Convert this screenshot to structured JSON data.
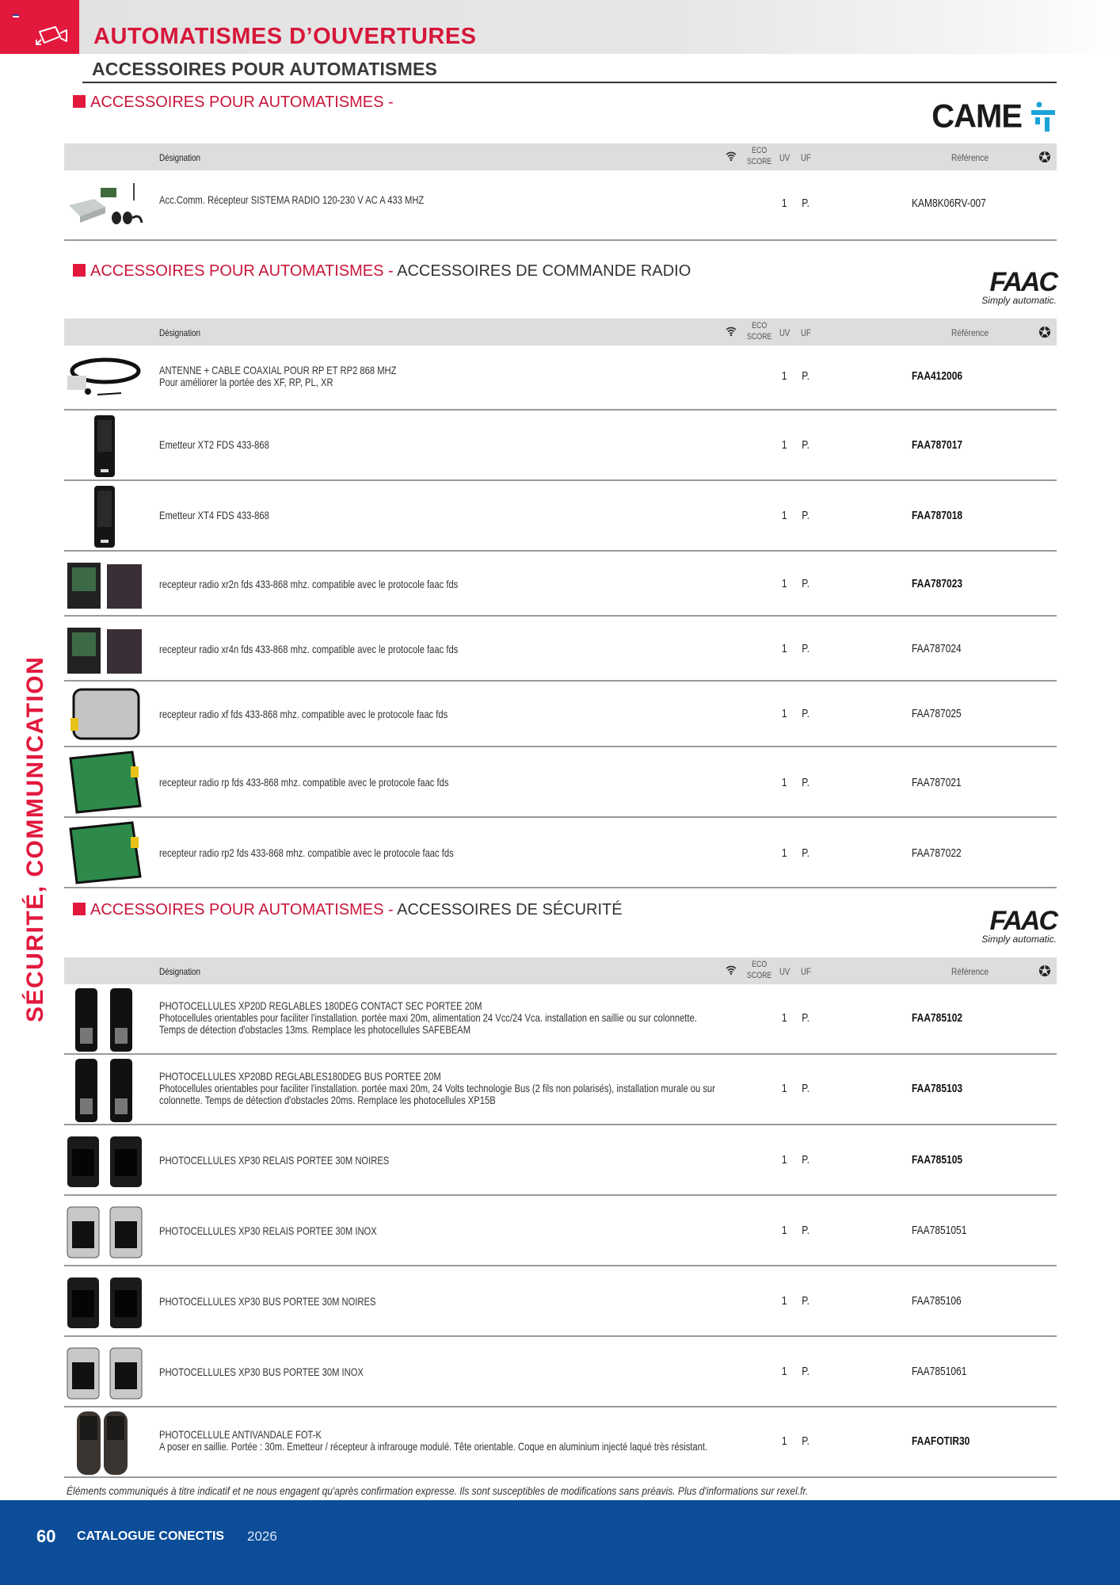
{
  "header": {
    "main_title": "AUTOMATISMES D’OUVERTURES",
    "sub_title": "ACCESSOIRES POUR AUTOMATISMES",
    "side_label": "SÉCURITÉ, COMMUNICATION",
    "category_icon": "camera-icon",
    "flag_icon": "french-flag-icon"
  },
  "table_headers": {
    "designation": "Désignation",
    "connect_icon": "wifi-icon",
    "eco_score_line1": "ECO",
    "eco_score_line2": "SCORE",
    "uv": "UV",
    "uf": "UF",
    "reference": "Référence",
    "recycle_icon": "recycle-icon"
  },
  "sections": [
    {
      "title": "ACCESSOIRES POUR AUTOMATISMES -",
      "subtitle": "",
      "brand": "CAME",
      "rows": [
        {
          "line1": "Acc.Comm. Récepteur SISTEMA RADIO 120-230 V AC A 433 MHZ",
          "line2": "",
          "uv": "1",
          "uf": "P.",
          "ref": "KAM8K06RV-007",
          "bold": false
        }
      ]
    },
    {
      "title": "ACCESSOIRES POUR AUTOMATISMES -",
      "subtitle": "ACCESSOIRES DE COMMANDE RADIO",
      "brand": "FAAC",
      "brand_tagline": "Simply automatic.",
      "rows": [
        {
          "line1": "ANTENNE + CABLE COAXIAL POUR RP ET RP2 868 MHZ",
          "line2": "Pour améliorer la portée des XF, RP, PL, XR",
          "uv": "1",
          "uf": "P.",
          "ref": "FAA412006",
          "bold": true
        },
        {
          "line1": "Emetteur XT2 FDS 433-868",
          "line2": "",
          "uv": "1",
          "uf": "P.",
          "ref": "FAA787017",
          "bold": true
        },
        {
          "line1": "Emetteur XT4 FDS 433-868",
          "line2": "",
          "uv": "1",
          "uf": "P.",
          "ref": "FAA787018",
          "bold": true
        },
        {
          "line1": "recepteur radio xr2n fds 433-868 mhz. compatible avec le protocole faac fds",
          "line2": "",
          "uv": "1",
          "uf": "P.",
          "ref": "FAA787023",
          "bold": true
        },
        {
          "line1": "recepteur radio xr4n fds 433-868 mhz. compatible avec le protocole faac fds",
          "line2": "",
          "uv": "1",
          "uf": "P.",
          "ref": "FAA787024",
          "bold": false
        },
        {
          "line1": "recepteur radio xf fds 433-868 mhz. compatible avec le protocole faac fds",
          "line2": "",
          "uv": "1",
          "uf": "P.",
          "ref": "FAA787025",
          "bold": false
        },
        {
          "line1": "recepteur radio rp fds 433-868 mhz. compatible avec le protocole faac fds",
          "line2": "",
          "uv": "1",
          "uf": "P.",
          "ref": "FAA787021",
          "bold": false
        },
        {
          "line1": "recepteur radio rp2 fds 433-868 mhz. compatible avec le protocole faac fds",
          "line2": "",
          "uv": "1",
          "uf": "P.",
          "ref": "FAA787022",
          "bold": false
        }
      ]
    },
    {
      "title": "ACCESSOIRES POUR AUTOMATISMES -",
      "subtitle": "ACCESSOIRES DE SÉCURITÉ",
      "brand": "FAAC",
      "brand_tagline": "Simply automatic.",
      "rows": [
        {
          "line1": "PHOTOCELLULES XP20D REGLABLES 180DEG CONTACT SEC PORTEE 20M",
          "line2": "Photocellules orientables pour faciliter l'installation. portée maxi 20m, alimentation 24 Vcc/24 Vca. installation en saillie ou sur colonnette.",
          "line3": "Temps de détection d'obstacles 13ms. Remplace les photocellules SAFEBEAM",
          "uv": "1",
          "uf": "P.",
          "ref": "FAA785102",
          "bold": true
        },
        {
          "line1": "PHOTOCELLULES XP20BD REGLABLES180DEG BUS PORTEE 20M",
          "line2": "Photocellules orientables pour faciliter l'installation. portée maxi 20m, 24 Volts technologie Bus (2 fils non polarisés), installation murale ou sur",
          "line3": "colonnette. Temps de détection d'obstacles 20ms. Remplace les photocellules XP15B",
          "uv": "1",
          "uf": "P.",
          "ref": "FAA785103",
          "bold": true
        },
        {
          "line1": "PHOTOCELLULES XP30 RELAIS PORTEE 30M NOIRES",
          "line2": "",
          "uv": "1",
          "uf": "P.",
          "ref": "FAA785105",
          "bold": true
        },
        {
          "line1": "PHOTOCELLULES XP30 RELAIS PORTEE 30M INOX",
          "line2": "",
          "uv": "1",
          "uf": "P.",
          "ref": "FAA7851051",
          "bold": false
        },
        {
          "line1": "PHOTOCELLULES XP30 BUS PORTEE 30M NOIRES",
          "line2": "",
          "uv": "1",
          "uf": "P.",
          "ref": "FAA785106",
          "bold": false
        },
        {
          "line1": "PHOTOCELLULES XP30 BUS PORTEE 30M INOX",
          "line2": "",
          "uv": "1",
          "uf": "P.",
          "ref": "FAA7851061",
          "bold": false
        },
        {
          "line1": "PHOTOCELLULE ANTIVANDALE FOT-K",
          "line2": "A poser en saillie. Portée : 30m. Emetteur / récepteur à infrarouge modulé. Tête orientable. Coque en aluminium injecté laqué très résistant.",
          "uv": "1",
          "uf": "P.",
          "ref": "FAAFOTIR30",
          "bold": true
        }
      ]
    }
  ],
  "footer": {
    "disclaimer": "Éléments communiqués à titre indicatif et ne nous engagent qu'après confirmation expresse. Ils sont susceptibles de modifications sans préavis. Plus d'informations sur rexel.fr.",
    "page_number": "60",
    "catalog_name": "CATALOGUE CONECTIS",
    "year": "2026"
  },
  "colors": {
    "accent_red": "#e2183d",
    "footer_blue": "#0b4d98",
    "header_gray": "#dddddd",
    "came_blue": "#1aa3d9"
  }
}
